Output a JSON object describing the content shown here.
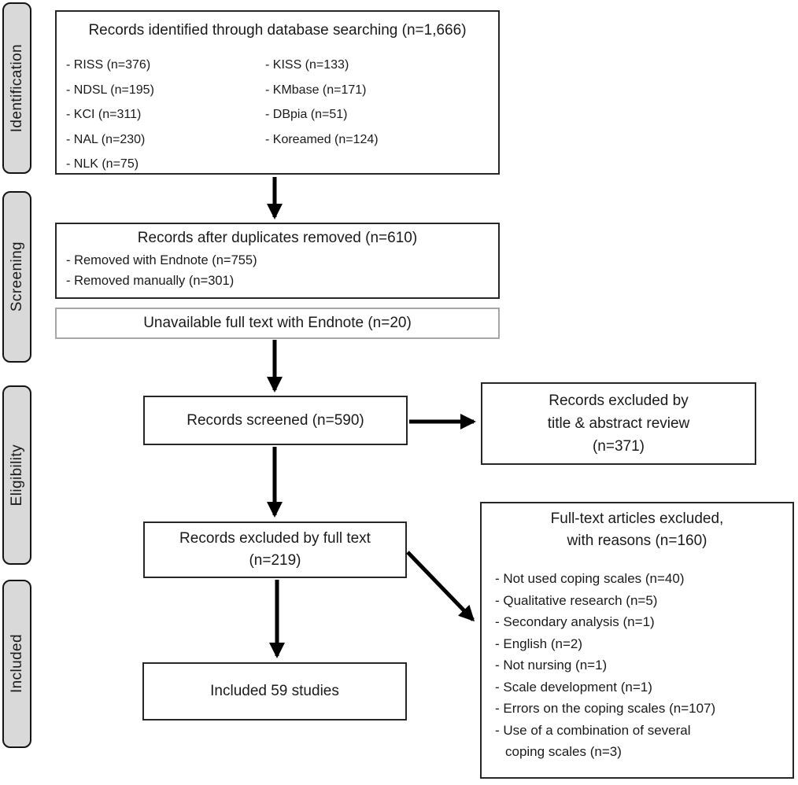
{
  "diagram": {
    "stages": [
      {
        "label": "Identification"
      },
      {
        "label": "Screening"
      },
      {
        "label": "Eligibility"
      },
      {
        "label": "Included"
      }
    ],
    "boxes": {
      "identified": {
        "title": "Records identified through database searching (n=1,666)",
        "sources_col1": [
          "- RISS (n=376)",
          "- NDSL (n=195)",
          "- KCI (n=311)",
          "- NAL (n=230)",
          "- NLK (n=75)"
        ],
        "sources_col2": [
          "- KISS (n=133)",
          "- KMbase (n=171)",
          "- DBpia (n=51)",
          "- Koreamed (n=124)"
        ]
      },
      "duplicates_removed": {
        "title": "Records after duplicates removed (n=610)",
        "details": [
          "- Removed with Endnote (n=755)",
          "- Removed manually (n=301)"
        ]
      },
      "unavailable_full_text": {
        "title": "Unavailable full text with Endnote (n=20)"
      },
      "records_screened": {
        "title": "Records screened (n=590)"
      },
      "excluded_title_abstract": {
        "title": "Records excluded by\ntitle & abstract review\n(n=371)"
      },
      "excluded_full_text": {
        "title": "Records excluded by full text\n(n=219)"
      },
      "full_text_excluded_reasons": {
        "title": "Full-text articles excluded,\nwith reasons (n=160)",
        "reasons": [
          "- Not used coping scales (n=40)",
          "- Qualitative research (n=5)",
          "- Secondary analysis (n=1)",
          "- English (n=2)",
          "- Not nursing (n=1)",
          "- Scale development (n=1)",
          "- Errors on the coping scales (n=107)",
          "- Use of a combination of several\ncoping scales (n=3)"
        ]
      },
      "included": {
        "title": "Included 59 studies"
      }
    },
    "colors": {
      "box_border": "#262626",
      "light_box_border": "#a6a6a6",
      "stage_fill": "#d9d9d9",
      "arrow": "#000000",
      "text": "#1a1a1a",
      "background": "#ffffff"
    }
  }
}
